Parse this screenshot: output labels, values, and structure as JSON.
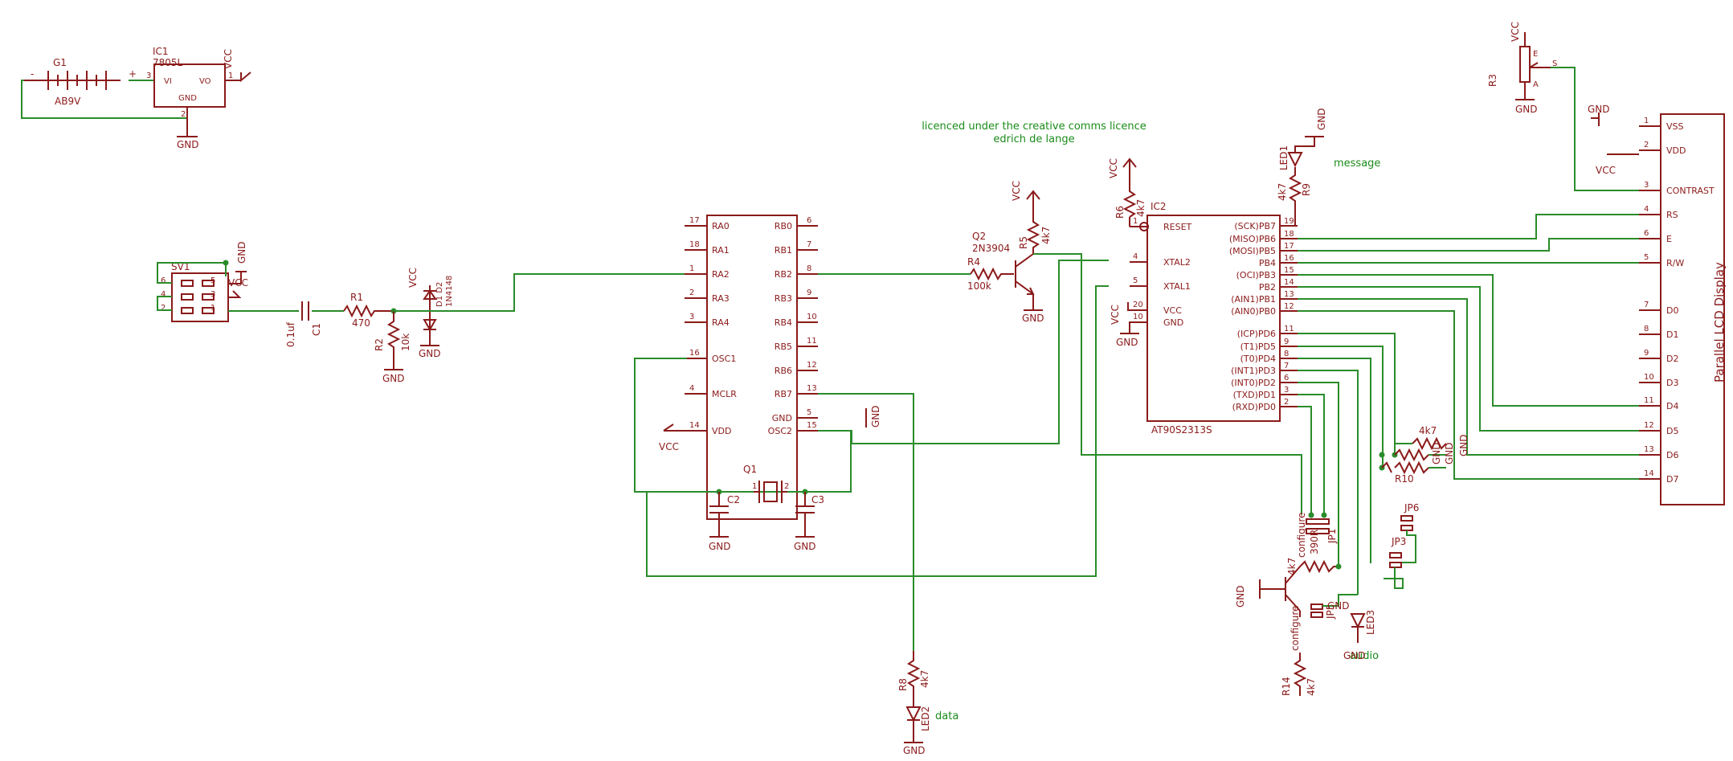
{
  "header": {
    "licence_line1": "licenced under the creative comms licence",
    "licence_line2": "edrich de lange"
  },
  "power": {
    "battery_name": "G1",
    "battery_value": "AB9V",
    "reg_name": "IC1",
    "reg_value": "7805L",
    "reg_vi": "VI",
    "reg_vo": "VO",
    "reg_gnd": "GND",
    "reg_pin_in": "3",
    "reg_pin_out": "1",
    "reg_pin_gnd": "2"
  },
  "labels": {
    "gnd": "GND",
    "vcc": "VCC"
  },
  "input": {
    "connector_name": "SV1",
    "connector_pins": [
      "6",
      "4",
      "2",
      "5",
      "3",
      "1"
    ],
    "c1_name": "C1",
    "c1_value": "0.1uf",
    "r1_name": "R1",
    "r1_value": "470",
    "r2_name": "R2",
    "r2_value": "10k",
    "diode_values": "1N4148",
    "diode_names": "D1 D2"
  },
  "pic": {
    "left_pins": [
      {
        "num": "17",
        "name": "RA0"
      },
      {
        "num": "18",
        "name": "RA1"
      },
      {
        "num": "1",
        "name": "RA2"
      },
      {
        "num": "2",
        "name": "RA3"
      },
      {
        "num": "3",
        "name": "RA4"
      },
      {
        "num": "16",
        "name": "OSC1"
      },
      {
        "num": "4",
        "name": "MCLR"
      },
      {
        "num": "14",
        "name": "VDD"
      }
    ],
    "right_pins": [
      {
        "num": "6",
        "name": "RB0"
      },
      {
        "num": "7",
        "name": "RB1"
      },
      {
        "num": "8",
        "name": "RB2"
      },
      {
        "num": "9",
        "name": "RB3"
      },
      {
        "num": "10",
        "name": "RB4"
      },
      {
        "num": "11",
        "name": "RB5"
      },
      {
        "num": "12",
        "name": "RB6"
      },
      {
        "num": "13",
        "name": "RB7"
      },
      {
        "num": "5",
        "name": "GND"
      },
      {
        "num": "15",
        "name": "OSC2"
      }
    ]
  },
  "crystal": {
    "q1_name": "Q1",
    "q1_pin1": "1",
    "q1_pin2": "2",
    "c2_name": "C2",
    "c3_name": "C3"
  },
  "transistor": {
    "q2_name": "Q2",
    "q2_value": "2N3904",
    "r4_name": "R4",
    "r4_value": "100k",
    "r5_name": "R5",
    "r5_value": "4k7"
  },
  "avr": {
    "name": "IC2",
    "value": "AT90S2313S",
    "left_pins": [
      {
        "num": "1",
        "name": "RESET"
      },
      {
        "num": "4",
        "name": "XTAL2"
      },
      {
        "num": "5",
        "name": "XTAL1"
      },
      {
        "num": "20",
        "name": "VCC"
      },
      {
        "num": "10",
        "name": "GND"
      }
    ],
    "right_pins": [
      {
        "num": "19",
        "name": "(SCK)PB7"
      },
      {
        "num": "18",
        "name": "(MISO)PB6"
      },
      {
        "num": "17",
        "name": "(MOSI)PB5"
      },
      {
        "num": "16",
        "name": "PB4"
      },
      {
        "num": "15",
        "name": "(OCI)PB3"
      },
      {
        "num": "14",
        "name": "PB2"
      },
      {
        "num": "13",
        "name": "(AIN1)PB1"
      },
      {
        "num": "12",
        "name": "(AIN0)PB0"
      },
      {
        "num": "11",
        "name": "(ICP)PD6"
      },
      {
        "num": "9",
        "name": "(T1)PD5"
      },
      {
        "num": "8",
        "name": "(T0)PD4"
      },
      {
        "num": "7",
        "name": "(INT1)PD3"
      },
      {
        "num": "6",
        "name": "(INT0)PD2"
      },
      {
        "num": "3",
        "name": "(TXD)PD1"
      },
      {
        "num": "2",
        "name": "(RXD)PD0"
      }
    ],
    "r6_name": "R6",
    "r6_value": "4k7"
  },
  "leds": {
    "led1_name": "LED1",
    "led1_note": "message",
    "r9_name": "R9",
    "r9_value": "4k7",
    "led2_name": "LED2",
    "led2_note": "data",
    "r8_name": "R8",
    "r8_value": "4k7",
    "led3_name": "LED3",
    "led3_note": "audio",
    "r7_value": "4k7",
    "r10_name": "R10",
    "r14_name": "R14",
    "r14_value": "4k7",
    "configure": "configure",
    "jp1": "JP1",
    "jp3": "JP3",
    "jp5": "JP5",
    "jp6": "JP6",
    "r13_value": "390R"
  },
  "lcd": {
    "title": "Parallel LCD Display",
    "pins": [
      {
        "num": "1",
        "name": "VSS"
      },
      {
        "num": "2",
        "name": "VDD"
      },
      {
        "num": "3",
        "name": "CONTRAST"
      },
      {
        "num": "4",
        "name": "RS"
      },
      {
        "num": "6",
        "name": "E"
      },
      {
        "num": "5",
        "name": "R/W"
      },
      {
        "num": "7",
        "name": "D0"
      },
      {
        "num": "8",
        "name": "D1"
      },
      {
        "num": "9",
        "name": "D2"
      },
      {
        "num": "10",
        "name": "D3"
      },
      {
        "num": "11",
        "name": "D4"
      },
      {
        "num": "12",
        "name": "D5"
      },
      {
        "num": "13",
        "name": "D6"
      },
      {
        "num": "14",
        "name": "D7"
      }
    ],
    "r3_name": "R3",
    "pot_pin_s": "S",
    "pot_pin_e": "E",
    "pot_pin_a": "A"
  }
}
